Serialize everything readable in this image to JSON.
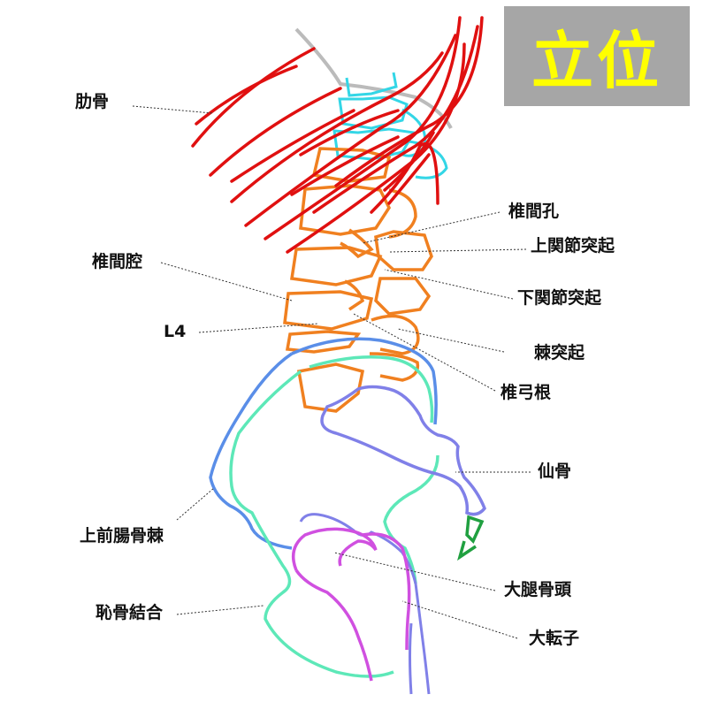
{
  "badge": {
    "text": "立位",
    "bg": "#a6a6a6",
    "fg": "#ffff00"
  },
  "labels": {
    "ribs": "肋骨",
    "intervertebral_foramen": "椎間孔",
    "superior_articular_process": "上関節突起",
    "intervertebral_space": "椎間腔",
    "inferior_articular_process": "下関節突起",
    "l4": "L4",
    "spinous_process": "棘突起",
    "pedicle": "椎弓根",
    "sacrum": "仙骨",
    "asis": "上前腸骨棘",
    "femoral_head": "大腿骨頭",
    "pubic_symphysis": "恥骨結合",
    "greater_trochanter": "大転子"
  },
  "colors": {
    "ribs": "#e01010",
    "thoracic_vertebrae": "#33d6e6",
    "lumbar_vertebrae": "#f08020",
    "ilium_outer": "#5a8ee8",
    "ilium_inner": "#5de8b8",
    "sacrum": "#8080e8",
    "coccyx": "#20a040",
    "femur": "#d050e0",
    "guide_curve": "#bbbbbb"
  }
}
